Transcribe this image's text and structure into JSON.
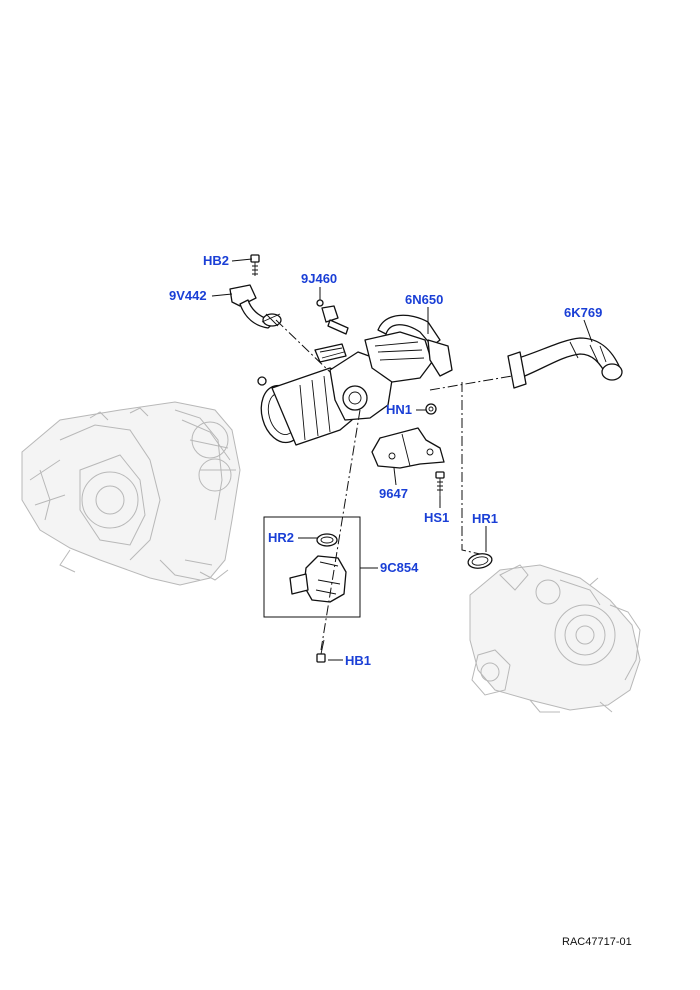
{
  "callouts": {
    "hb2": "HB2",
    "v442": "9V442",
    "j460": "9J460",
    "n650": "6N650",
    "k769": "6K769",
    "hn1": "HN1",
    "p9647": "9647",
    "hs1": "HS1",
    "hr1": "HR1",
    "hr2": "HR2",
    "c854": "9C854",
    "hb1": "HB1"
  },
  "reference": "RAC47717-01",
  "colors": {
    "callout": "#1a3fd6",
    "ghost": "#b8b8b8",
    "part": "#111111"
  }
}
